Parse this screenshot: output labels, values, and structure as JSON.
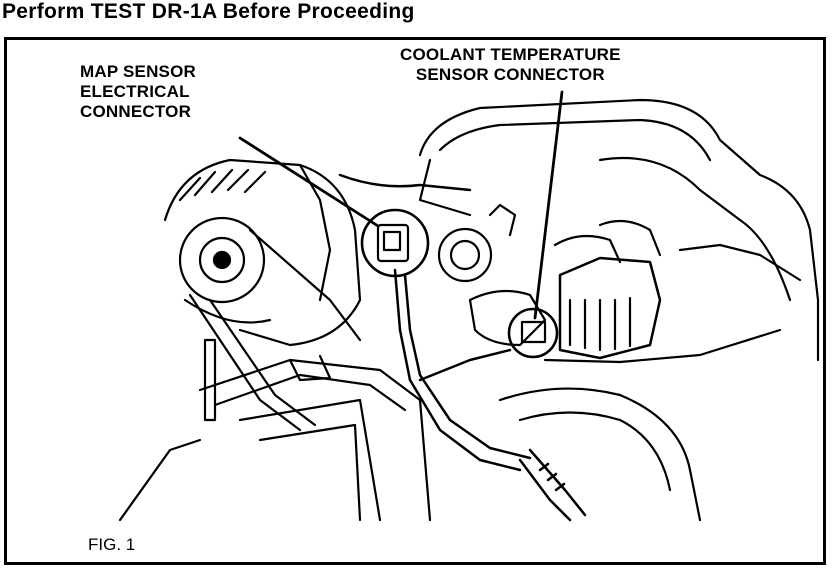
{
  "title": "Perform TEST DR-1A Before Proceeding",
  "labels": {
    "map_sensor": [
      "MAP SENSOR",
      "ELECTRICAL",
      "CONNECTOR"
    ],
    "coolant_sensor": [
      "COOLANT TEMPERATURE",
      "SENSOR CONNECTOR"
    ]
  },
  "figure_caption": "FIG. 1"
}
